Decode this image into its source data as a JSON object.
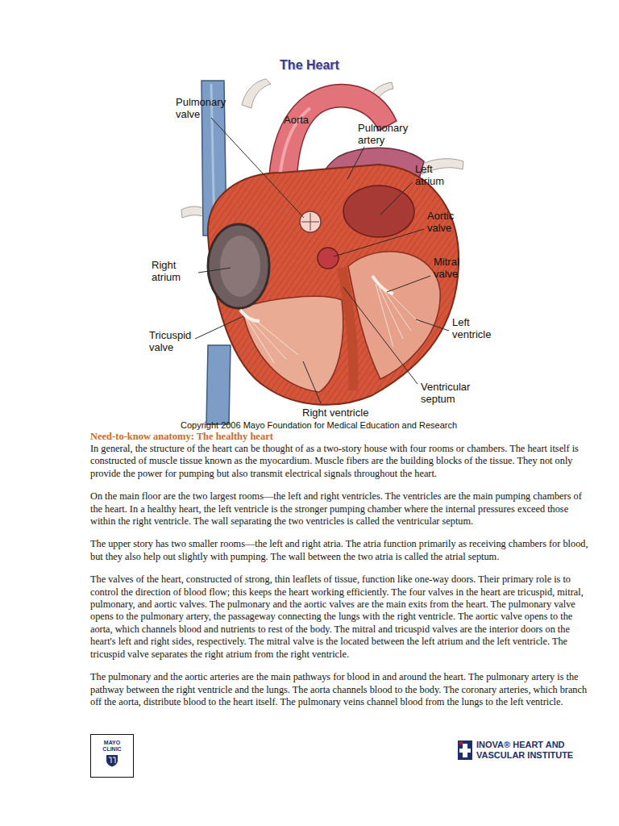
{
  "diagram": {
    "title": "The Heart",
    "nodes": [
      {
        "text": [
          "MAYO CLINIC"
        ]
      }
    ],
    "labels": [
      "Pulmonary valve",
      "Aorta",
      "Pulmonary artery",
      "Left atrium",
      "Aortic valve",
      "Right atrium",
      "Mitral valve",
      "Tricuspid valve",
      "Left ventricle",
      "Ventricular septum",
      "Right ventricle",
      "Copyright 2006 Mayo Foundation for Medical Education and Research",
      "Need-to-know anatomy: The healthy heart",
      "In general, the structure of the heart can be thought of as a two-story house with four rooms or chambers. The heart itself is constructed of muscle tissue known as the myocardium. Muscle fibers are the building blocks of the tissue. They not only provide the power for pumping but also transmit electrical signals throughout the heart.",
      "On the main floor are the two largest rooms—the left and right ventricles. The ventricles are the main pumping chambers of the heart. In a healthy heart, the left ventricle is the stronger pumping chamber where the internal pressures exceed those within the right ventricle. The wall separating the two ventricles is called the ventricular septum.",
      "The upper story has two smaller rooms—the left and right atria. The atria function primarily as receiving chambers for blood, but they also help out slightly with pumping. The wall between the two atria is called the atrial septum.",
      "The valves of the heart, constructed of strong, thin leaflets of tissue, function like one-way doors. Their primary role is to control the direction of blood flow; this keeps the heart working efficiently. The four valves in the heart are tricuspid, mitral, pulmonary, and aortic valves. The pulmonary and the aortic valves are the main exits from the heart. The pulmonary valve opens to the pulmonary artery, the passageway connecting the lungs with the right ventricle. The aortic valve opens to the aorta, which channels blood and nutrients to rest of the body. The mitral and tricuspid valves are the interior doors on the heart's left and right sides, respectively. The mitral valve is the located between the left atrium and the left ventricle. The tricuspid valve separates the right atrium from the right ventricle.",
      "The pulmonary and the aortic arteries are the main pathways for blood in and around the heart. The pulmonary artery is the pathway between the right ventricle and the lungs. The aorta channels blood to the body. The coronary arteries, which branch off the aorta, distribute blood to the heart itself. The pulmonary veins channel blood from the lungs to the left ventricle.",
      "INOVA® HEART AND VASCULAR INSTITUTE"
    ]
  }
}
